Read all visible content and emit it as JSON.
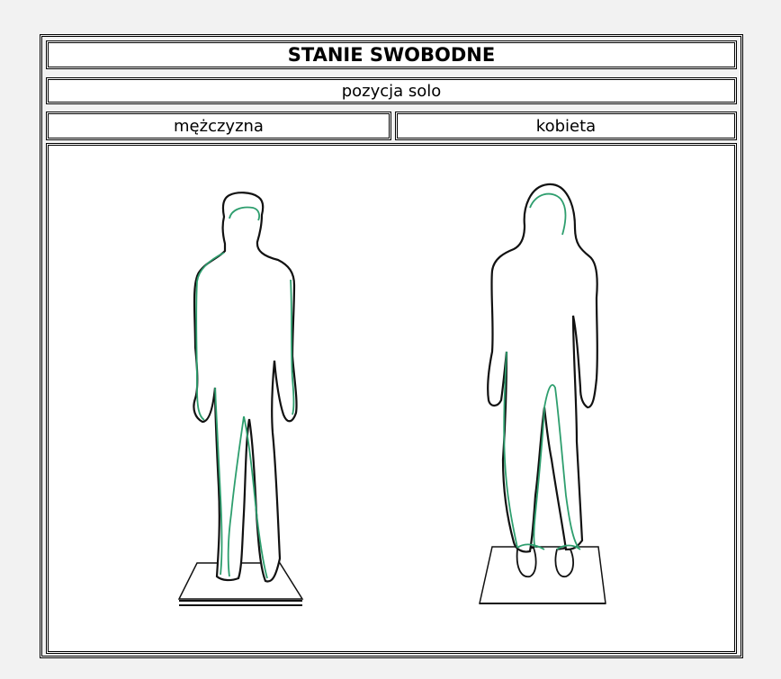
{
  "table": {
    "title": "STANIE SWOBODNE",
    "subtitle": "pozycja solo",
    "columns": [
      "mężczyzna",
      "kobieta"
    ]
  },
  "figure": {
    "outline_color": "#111111",
    "accent_color": "#2e9e6e"
  }
}
